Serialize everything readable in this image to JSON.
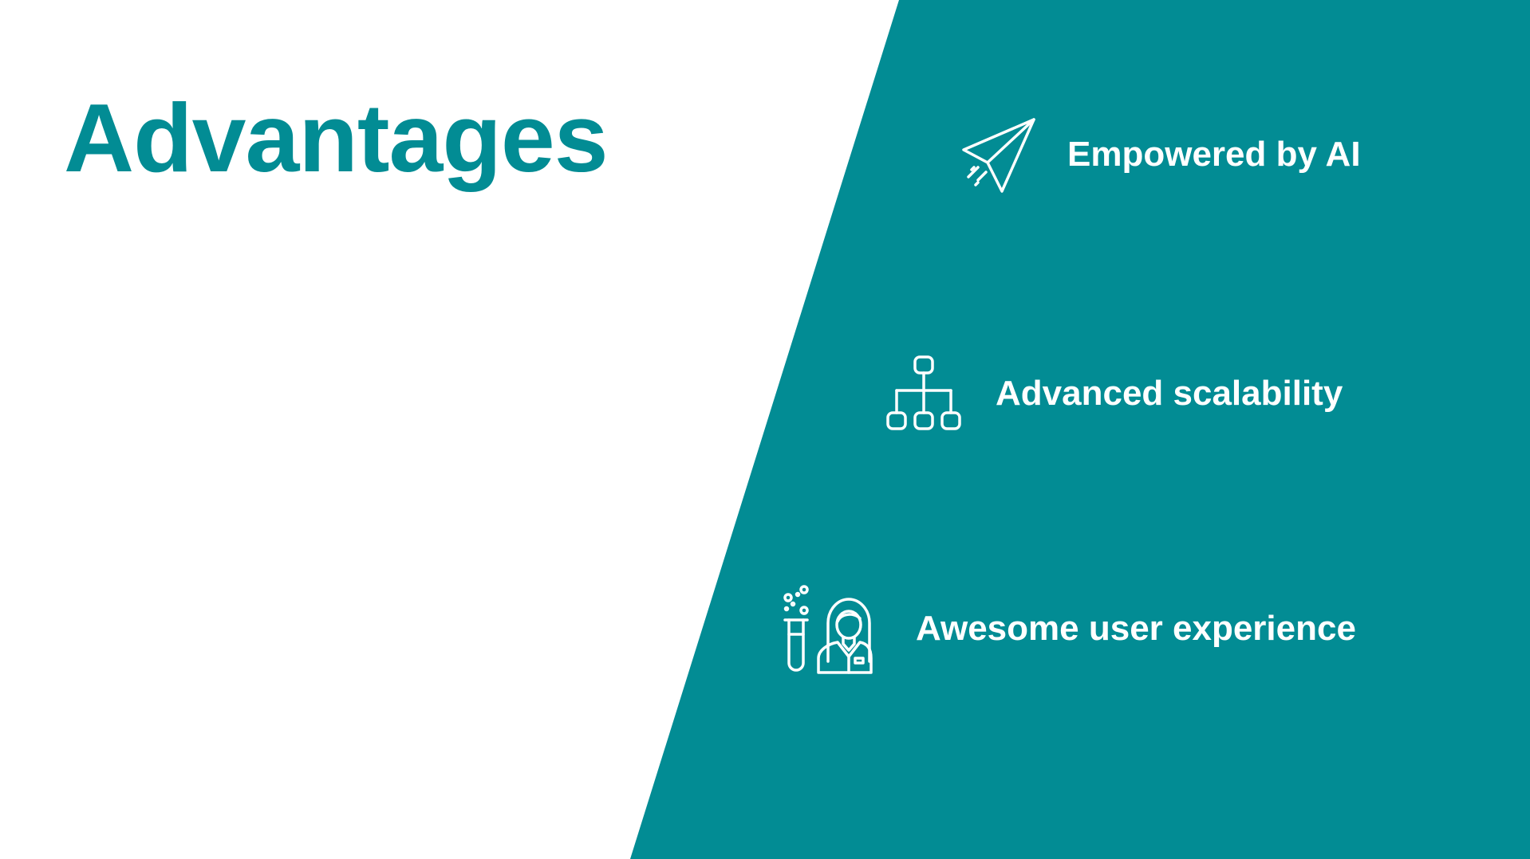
{
  "colors": {
    "accent": "#028c94",
    "background": "#ffffff",
    "on_accent": "#ffffff"
  },
  "title": "Advantages",
  "features": [
    {
      "label": "Empowered by AI",
      "icon": "paper-plane-icon"
    },
    {
      "label": "Advanced scalability",
      "icon": "hierarchy-icon"
    },
    {
      "label": "Awesome user experience",
      "icon": "scientist-icon"
    }
  ]
}
